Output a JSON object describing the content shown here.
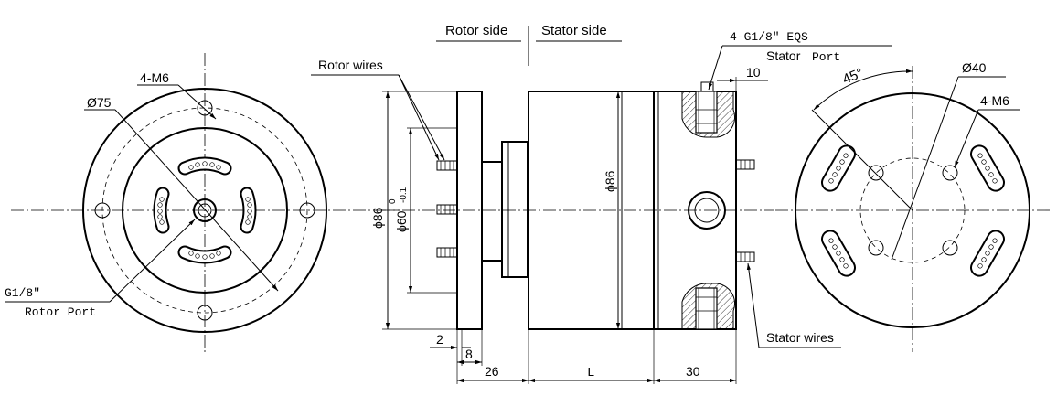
{
  "side_labels": {
    "rotor_side": "Rotor side",
    "stator_side": "Stator side"
  },
  "left_view": {
    "mount_holes": "4-M6",
    "diameter": "Ø75",
    "rotor_port_thread": "G1/8″",
    "rotor_port": "Rotor Port"
  },
  "side_view": {
    "rotor_wires": "Rotor wires",
    "port_spec": "4-G1/8″ EQS",
    "stator_port_word": "Stator",
    "stator_port_port": "Port",
    "dim_10": "10",
    "dia_86_left": "ϕ86",
    "dia_60": "ϕ60",
    "tol_upper": "0",
    "tol_lower": "-0.1",
    "dia_86_body": "ϕ86",
    "dim_2": "2",
    "dim_8": "8",
    "dim_26": "26",
    "dim_L": "L",
    "dim_30": "30",
    "stator_wires": "Stator wires"
  },
  "right_view": {
    "angle": "45°",
    "diameter": "Ø40",
    "mount_holes": "4-M6"
  }
}
